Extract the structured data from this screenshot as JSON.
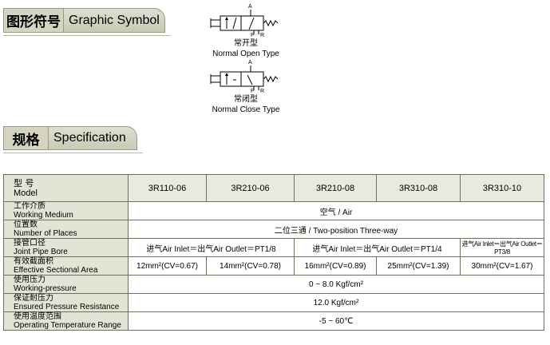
{
  "graphic_section": {
    "title_cn": "图形符号",
    "title_en": "Graphic Symbol"
  },
  "symbols": [
    {
      "port_a": "A",
      "port_p": "P",
      "port_r": "R",
      "name_cn": "常开型",
      "name_en": "Normal Open Type"
    },
    {
      "port_a": "A",
      "port_p": "P",
      "port_r": "R",
      "name_cn": "常闭型",
      "name_en": "Normal Close Type"
    }
  ],
  "spec_section": {
    "title_cn": "规格",
    "title_en": "Specification"
  },
  "table": {
    "model_label_cn": "型 号",
    "model_label_en": "Model",
    "models": [
      "3R110-06",
      "3R210-06",
      "3R210-08",
      "3R310-08",
      "3R310-10"
    ],
    "rows": {
      "medium": {
        "cn": "工作介质",
        "en": "Working Medium",
        "value": "空气 / Air"
      },
      "places": {
        "cn": "位置数",
        "en": "Number of Places",
        "value": "二位三通 / Two-position Three-way"
      },
      "bore": {
        "cn": "接管口径",
        "en": "Joint Pipe Bore",
        "v1": "进气Air Inlet＝出气Air Outlet＝PT1/8",
        "v2": "进气Air Inlet＝出气Air Outlet＝PT1/4",
        "v3": "进气Air Inlet＝出气Air Outlet＝PT3/8"
      },
      "area": {
        "cn": "有效截面积",
        "en": "Effective Sectional Area",
        "values": [
          "12mm²(CV=0.67)",
          "14mm²(CV=0.78)",
          "16mm²(CV=0.89)",
          "25mm²(CV=1.39)",
          "30mm²(CV=1.67)"
        ]
      },
      "pressure": {
        "cn": "使用压力",
        "en": "Working-pressure",
        "value": "0 ~ 8.0 Kgf/cm²"
      },
      "proof": {
        "cn": "保证耐压力",
        "en": "Ensured Pressure Resistance",
        "value": "12.0 Kgf/cm²"
      },
      "temp": {
        "cn": "使用温度范围",
        "en": "Operating Temperature Range",
        "value": "-5 ~ 60℃"
      }
    }
  }
}
